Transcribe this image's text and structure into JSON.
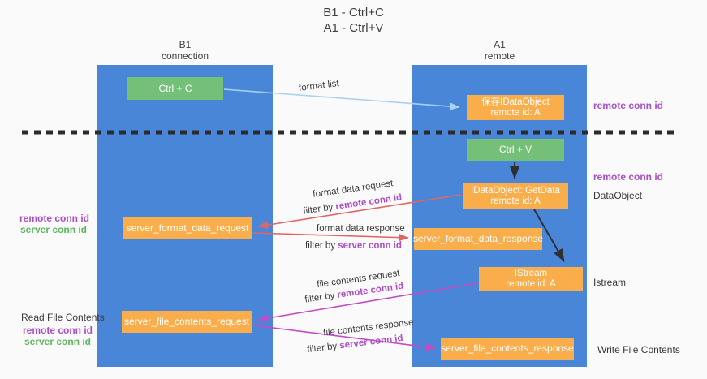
{
  "title": {
    "line1": "B1 - Ctrl+C",
    "line2": "A1 - Ctrl+V"
  },
  "lifelines": {
    "left": {
      "name": "B1",
      "role": "connection"
    },
    "right": {
      "name": "A1",
      "role": "remote"
    }
  },
  "boxes": {
    "ctrl_c": {
      "label": "Ctrl + C"
    },
    "ctrl_v": {
      "label": "Ctrl + V"
    },
    "save_dataobject": {
      "line1": "保存IDataObject",
      "line2": "remote id: A"
    },
    "getdata": {
      "line1": "IDataObject::GetData",
      "line2": "remote id: A"
    },
    "istream": {
      "line1": "IStream",
      "line2": "remote id: A"
    },
    "server_format_data_request": {
      "label": "server_format_data_request"
    },
    "server_format_data_response": {
      "label": "server_format_data_response"
    },
    "server_file_contents_request": {
      "label": "server_file_contents_request"
    },
    "server_file_contents_response": {
      "label": "server_file_contents_response"
    }
  },
  "arrow_labels": {
    "format_list": "format list",
    "format_data_request": "format data request",
    "format_data_request_filter": {
      "prefix": "filter by ",
      "key": "remote conn id"
    },
    "format_data_response": "format data response",
    "format_data_response_filter": {
      "prefix": "filter by ",
      "key": "server conn id"
    },
    "file_contents_request": "file contents request",
    "file_contents_request_filter": {
      "prefix": "filter by ",
      "key": "remote conn id"
    },
    "file_contents_response": "file contents response",
    "file_contents_response_filter": {
      "prefix": "filter by ",
      "key": "server conn id"
    }
  },
  "side_labels": {
    "right_remote_conn_top": "remote conn id",
    "right_remote_conn_mid": "remote conn id",
    "dataobject": "DataObject",
    "istream": "Istream",
    "write_file_contents": "Write File Contents",
    "left_mid": {
      "remote": "remote conn id",
      "server": "server conn id"
    },
    "read_file_contents": "Read File Contents",
    "left_bottom": {
      "remote": "remote conn id",
      "server": "server conn id"
    }
  },
  "colors": {
    "lifeline_blue": "#4a86d8",
    "box_orange": "#f9ae4b",
    "box_green": "#74c078",
    "purple_text": "#ab4fc8",
    "green_text": "#5cb860",
    "arrow_blue": "#a9d3f0",
    "arrow_red": "#e06666",
    "arrow_magenta": "#c44bc4",
    "arrow_black": "#2f2f2f",
    "dashed_line": "#2b2b2b"
  }
}
